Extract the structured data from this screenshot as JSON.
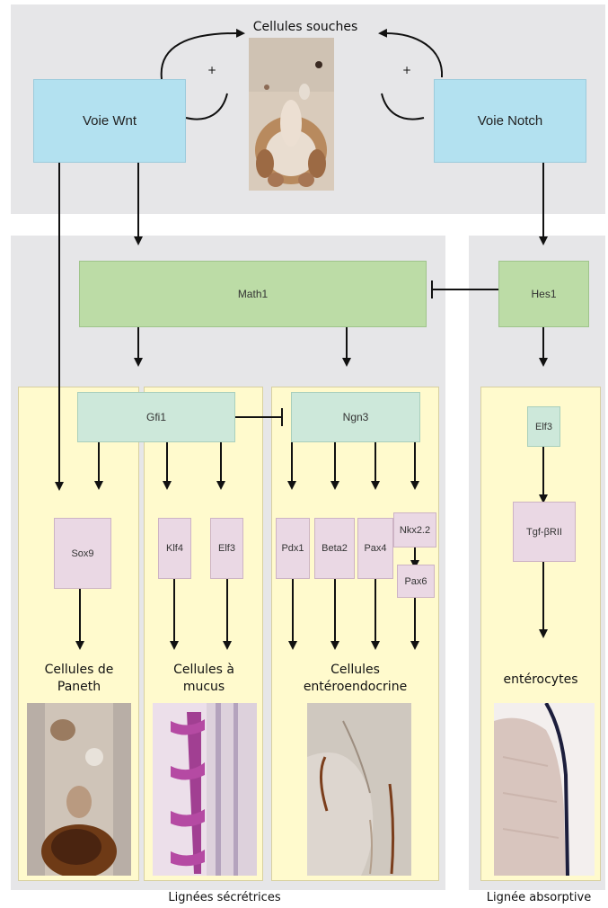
{
  "top": {
    "stem_cells_label": "Cellules souches",
    "wnt_label": "Voie Wnt",
    "notch_label": "Voie Notch",
    "plus_left": "+",
    "plus_right": "+"
  },
  "nodes": {
    "math1": "Math1",
    "hes1": "Hes1",
    "gfi1": "Gfi1",
    "ngn3": "Ngn3",
    "elf3_absorptive": "Elf3",
    "sox9": "Sox9",
    "klf4": "Klf4",
    "elf3_mucus": "Elf3",
    "pdx1": "Pdx1",
    "beta2": "Beta2",
    "pax4": "Pax4",
    "nkx22": "Nkx2.2",
    "pax6": "Pax6",
    "tgf": "Tgf-βRII"
  },
  "cell_types": {
    "paneth_line1": "Cellules de",
    "paneth_line2": "Paneth",
    "mucus_line1": "Cellules à",
    "mucus_line2": "mucus",
    "entero_line1": "Cellules",
    "entero_line2": "entéroendocrine",
    "enterocytes": "entérocytes"
  },
  "footer": {
    "secretory": "Lignées sécrétrices",
    "absorptive": "Lignée absorptive"
  },
  "colors": {
    "grey_panel": "#e6e6e8",
    "yellow_panel": "#fffacd",
    "blue_box": "#b3e1f0",
    "green_box": "#bcdca6",
    "mint_box": "#cde8da",
    "pink_box": "#ead8e4"
  }
}
